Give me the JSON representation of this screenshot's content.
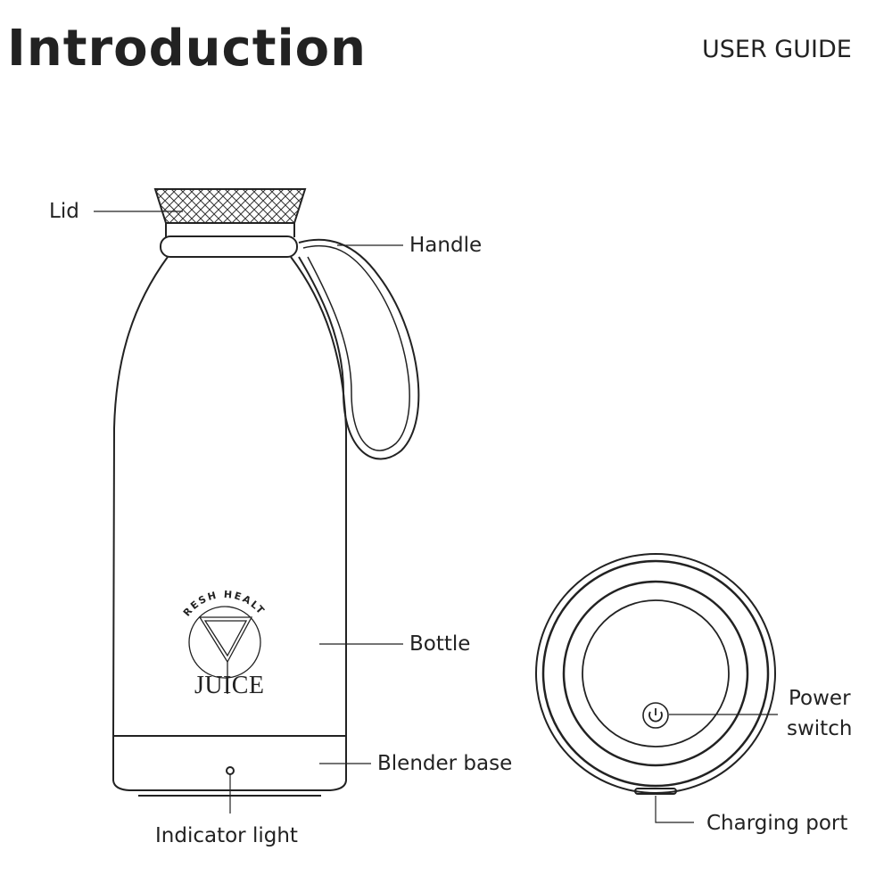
{
  "header": {
    "title": "Introduction",
    "section": "USER GUIDE"
  },
  "labels": {
    "lid": "Lid",
    "handle": "Handle",
    "bottle": "Bottle",
    "blender_base": "Blender base",
    "indicator_light": "Indicator light",
    "power_switch_line1": "Power",
    "power_switch_line2": "switch",
    "charging_port": "Charging port"
  },
  "logo": {
    "arc_text": "FRESH HEALTH",
    "word": "JUICE"
  },
  "icons": {
    "power": "power-icon"
  }
}
